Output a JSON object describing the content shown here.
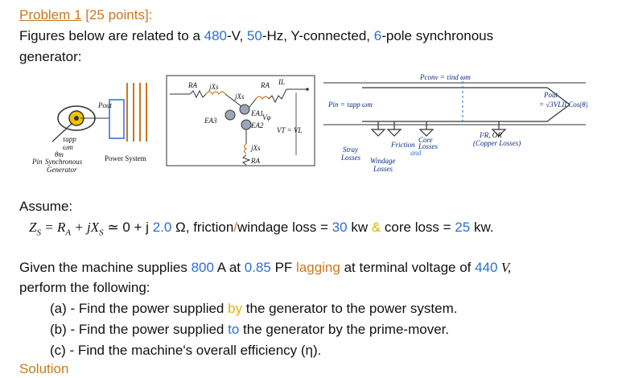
{
  "header": {
    "problem": "Problem 1",
    "points": "[25 points]:"
  },
  "intro": {
    "part1": "Figures below are related to a ",
    "voltage": "480",
    "part2": "-V, ",
    "freq": "50",
    "part3": "-Hz, Y-connected, ",
    "poles": "6",
    "part4": "-pole synchronous",
    "line2": "generator:"
  },
  "fig1": {
    "tau_app": "τapp",
    "omega_m": "ωm",
    "theta_m": "θm",
    "p_out": "Pout",
    "p_in": "Pin",
    "gen_label_1": "Synchronous",
    "gen_label_2": "Generator",
    "power_system": "Power System"
  },
  "fig2": {
    "ra": "RA",
    "jxs": "jXs",
    "eaa": "EA3",
    "ea2": "EA2",
    "ea1": "EA1",
    "vphi": "Vφ",
    "il": "IL",
    "vt": "VT = VL"
  },
  "fig3": {
    "pconv": "Pconv = τind ωm",
    "pin": "Pin = τapp ωm",
    "pout_1": "Pout",
    "pout_2": "= √3VLILCos(θ)",
    "stray_1": "Stray",
    "stray_2": "Losses",
    "friction": "Friction",
    "and": "and",
    "windage_1": "Windage",
    "windage_2": "Losses",
    "core_1": "Core",
    "core_2": "Losses",
    "i2r": "I²R",
    "or": ", OR",
    "copper": "(Copper Losses)"
  },
  "assume": {
    "label": "Assume:",
    "eq_start": "Z",
    "eq_mid": " = R",
    "eq_mid2": " + jX",
    "eq_end": " ≃ 0 + j ",
    "x_value": "2.0",
    "ohm": " Ω, friction",
    "slash": "/",
    "windage": "windage loss = ",
    "fw_loss": "30",
    "kw1": " kw ",
    "amp": "&",
    "core": " core loss = ",
    "core_loss": "25",
    "kw2": " kw."
  },
  "given": {
    "p1": "Given the machine supplies ",
    "current": "800",
    "p2": " A at ",
    "pf": "0.85",
    "p3": " PF ",
    "lagging": "lagging",
    "p4": " at terminal voltage of ",
    "vt": "440",
    "p5": " V,",
    "line2": "perform the following:"
  },
  "tasks": {
    "a1": "(a) - Find the power supplied ",
    "a_by": "by",
    "a2": " the generator to the power system.",
    "b1": "(b) - Find the power supplied ",
    "b_to": "to",
    "b2": " the generator by the prime-mover.",
    "c": "(c) - Find the machine's overall efficiency (η)."
  },
  "footer": {
    "solution": "Solution"
  }
}
